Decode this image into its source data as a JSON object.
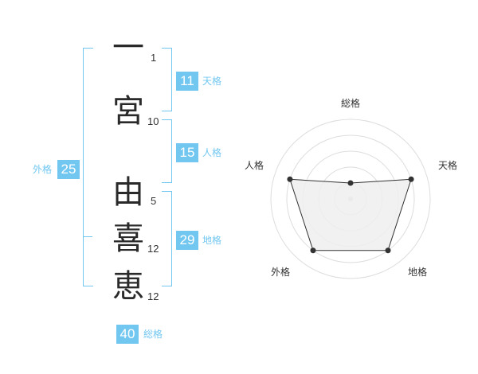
{
  "surname": [
    {
      "char": "一",
      "strokes": "1"
    },
    {
      "char": "宮",
      "strokes": "10"
    }
  ],
  "given_name": [
    {
      "char": "由",
      "strokes": "5"
    },
    {
      "char": "喜",
      "strokes": "12"
    },
    {
      "char": "恵",
      "strokes": "12"
    }
  ],
  "fortune": {
    "tenkaku": {
      "label": "天格",
      "value": "11"
    },
    "jinkaku": {
      "label": "人格",
      "value": "15"
    },
    "chikaku": {
      "label": "地格",
      "value": "29"
    },
    "gaikaku": {
      "label": "外格",
      "value": "25"
    },
    "soukaku": {
      "label": "総格",
      "value": "40"
    }
  },
  "colors": {
    "accent": "#72c7f0",
    "radar_fill": "#eeeeee",
    "radar_line": "#333333",
    "grid": "#dddddd"
  },
  "chart_data": {
    "type": "radar",
    "axes": [
      "総格",
      "天格",
      "地格",
      "外格",
      "人格"
    ],
    "values": [
      1,
      4,
      4,
      4,
      4
    ],
    "max": 5
  }
}
